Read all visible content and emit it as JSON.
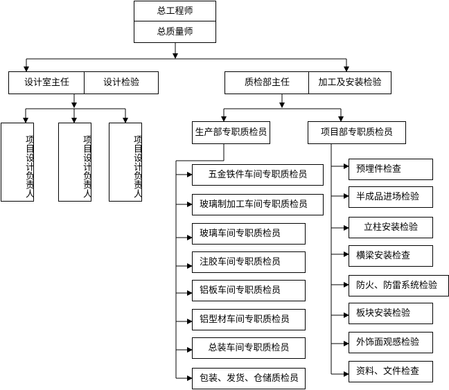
{
  "top": {
    "chief_engineer": "总工程师",
    "chief_quality": "总质量师"
  },
  "design": {
    "director": "设计室主任",
    "inspection": "设计检验",
    "leads": [
      "项目设计负责人",
      "项目设计负责人",
      "项目设计负责人"
    ]
  },
  "qc": {
    "director": "质检部主任",
    "install_inspection": "加工及安装检验",
    "production": {
      "title": "生产部专职质检员",
      "items": [
        "五金铁件车间专职质检员",
        "玻璃制加工车间专职质检员",
        "玻璃车间专职质检员",
        "注胶车间专职质检员",
        "铝板车间专职质检员",
        "铝型材车间专职质检员",
        "总装车间专职质检员",
        "包装、发货、仓储质检员"
      ]
    },
    "project": {
      "title": "项目部专职质检员",
      "items": [
        "预埋件检查",
        "半成品进场检验",
        "立柱安装检验",
        "横梁安装检查",
        "防火、防雷系统检验",
        "板块安装检验",
        "外饰面观感检验",
        "资料、文件检查"
      ]
    }
  }
}
